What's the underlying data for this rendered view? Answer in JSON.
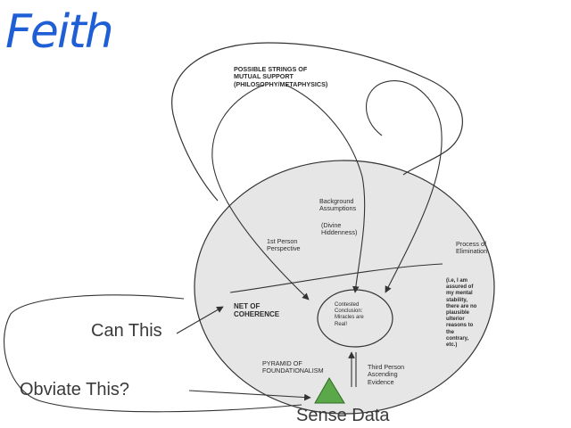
{
  "title": "Feith",
  "labels": {
    "possible_strings": "POSSIBLE STRINGS OF\nMUTUAL SUPPORT\n(PHILOSOPHY/METAPHYSICS)",
    "background_assumptions": "Background\nAssumptions",
    "divine_hiddenness": "(Divine\nHiddenness)",
    "first_person": "1st Person\nPerspective",
    "process_of_elimination": "Process of\nElimination",
    "elimination_note": "(i.e, I am\nassured of\nmy mental\nstability,\nthere are no\nplausible\nulterior\nreasons to\nthe\ncontrary,\netc.)",
    "net_of_coherence": "NET OF\nCOHERENCE",
    "contested_conclusion": "Contested\nConclusion:\nMiracles are\nReal!",
    "pyramid": "PYRAMID OF\nFOUNDATIONALISM",
    "third_person": "Third Person\nAscending\nEvidence",
    "can_this": "Can This",
    "obviate_this": "Obviate This?",
    "sense_data": "Sense Data"
  },
  "colors": {
    "ellipse_fill": "#e6e6e6",
    "line": "#333333",
    "triangle": "#5aa84a",
    "title": "#1f5fd6"
  }
}
